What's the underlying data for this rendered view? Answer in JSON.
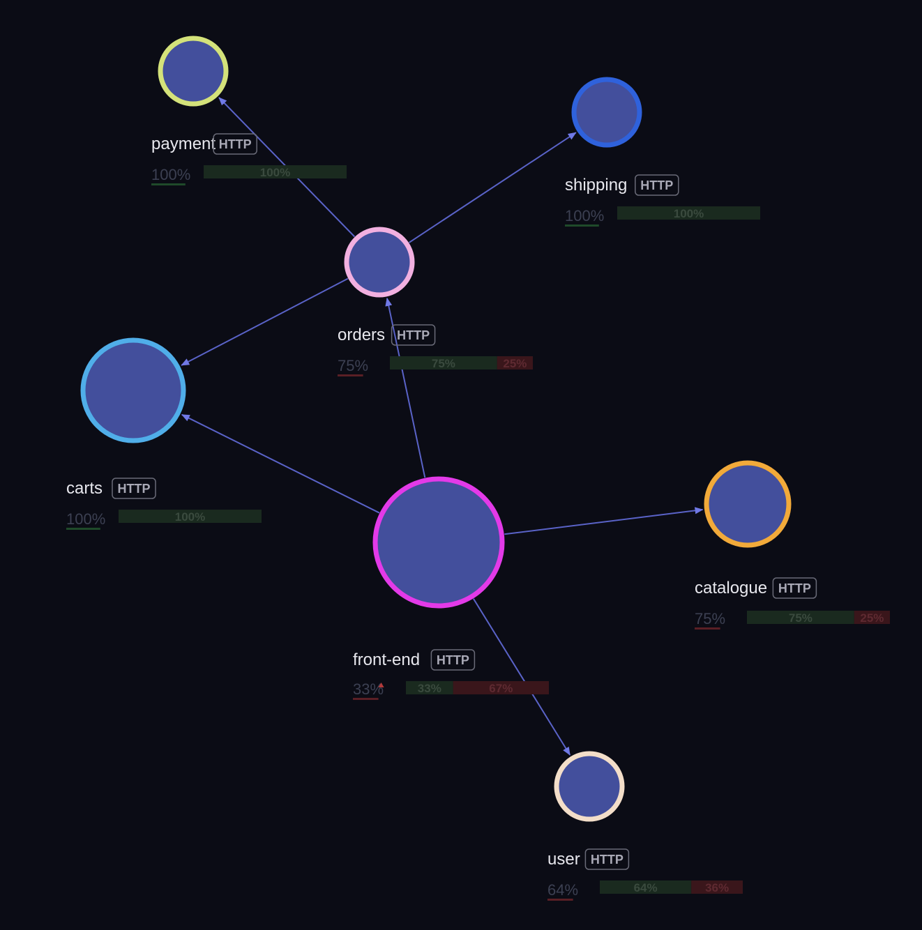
{
  "graph": {
    "fill_color": "#434f9c",
    "edge_color": "#5a63c8",
    "success_color": "#1a2a1f",
    "error_color": "#3a161b",
    "success_underline": "#1f4a2a",
    "error_underline": "#5a1f25",
    "nodes": [
      {
        "id": "payment",
        "label": "payment",
        "protocol": "HTTP",
        "success_rate": "100%",
        "success": 100,
        "errors": 0,
        "success_label": "100%",
        "error_label": "",
        "ring_color": "#d4e27a",
        "has_alert": false
      },
      {
        "id": "shipping",
        "label": "shipping",
        "protocol": "HTTP",
        "success_rate": "100%",
        "success": 100,
        "errors": 0,
        "success_label": "100%",
        "error_label": "",
        "ring_color": "#2f62dc",
        "has_alert": false
      },
      {
        "id": "orders",
        "label": "orders",
        "protocol": "HTTP",
        "success_rate": "75%",
        "success": 75,
        "errors": 25,
        "success_label": "75%",
        "error_label": "25%",
        "ring_color": "#f2b0e0",
        "has_alert": false
      },
      {
        "id": "carts",
        "label": "carts",
        "protocol": "HTTP",
        "success_rate": "100%",
        "success": 100,
        "errors": 0,
        "success_label": "100%",
        "error_label": "",
        "ring_color": "#50aee9",
        "has_alert": false
      },
      {
        "id": "catalogue",
        "label": "catalogue",
        "protocol": "HTTP",
        "success_rate": "75%",
        "success": 75,
        "errors": 25,
        "success_label": "75%",
        "error_label": "25%",
        "ring_color": "#f2aa3a",
        "has_alert": false
      },
      {
        "id": "front-end",
        "label": "front-end",
        "protocol": "HTTP",
        "success_rate": "33%",
        "success": 33,
        "errors": 67,
        "success_label": "33%",
        "error_label": "67%",
        "ring_color": "#e33ae8",
        "has_alert": true
      },
      {
        "id": "user",
        "label": "user",
        "protocol": "HTTP",
        "success_rate": "64%",
        "success": 64,
        "errors": 36,
        "success_label": "64%",
        "error_label": "36%",
        "ring_color": "#f3dec9",
        "has_alert": false
      }
    ],
    "edges": [
      {
        "from": "orders",
        "to": "payment"
      },
      {
        "from": "orders",
        "to": "shipping"
      },
      {
        "from": "orders",
        "to": "carts"
      },
      {
        "from": "front-end",
        "to": "orders"
      },
      {
        "from": "front-end",
        "to": "carts"
      },
      {
        "from": "front-end",
        "to": "catalogue"
      },
      {
        "from": "front-end",
        "to": "user"
      }
    ]
  }
}
